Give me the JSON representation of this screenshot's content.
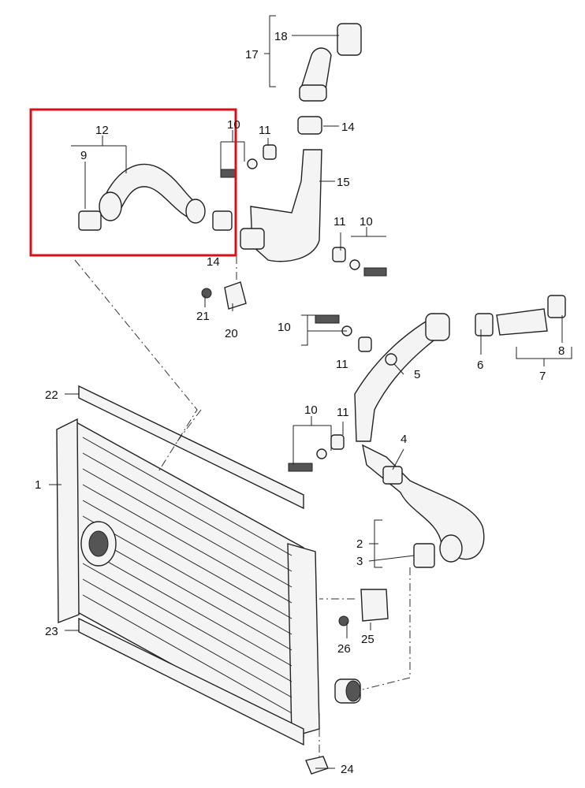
{
  "highlight_color": "#d9101a",
  "callouts": {
    "c1": "1",
    "c2": "2",
    "c3": "3",
    "c4": "4",
    "c5": "5",
    "c6": "6",
    "c7": "7",
    "c8": "8",
    "c9": "9",
    "c10_top": "10",
    "c10_mid": "10",
    "c10_left": "10",
    "c10_lower": "10",
    "c11_top": "11",
    "c11_mid": "11",
    "c11_left": "11",
    "c11_lower": "11",
    "c12": "12",
    "c14_top": "14",
    "c14_box": "14",
    "c15": "15",
    "c17": "17",
    "c18": "18",
    "c20": "20",
    "c21": "21",
    "c22": "22",
    "c23": "23",
    "c24": "24",
    "c25": "25",
    "c26": "26"
  }
}
